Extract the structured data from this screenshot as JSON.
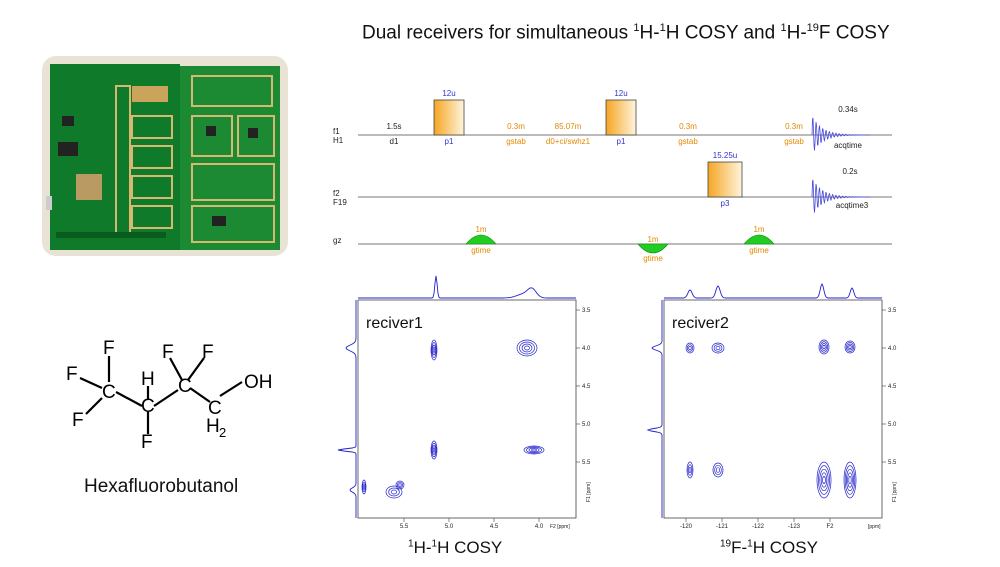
{
  "title": {
    "prefix": "Dual receivers for simultaneous ",
    "s1": "1",
    "m1": "H-",
    "s2": "1",
    "m2": "H COSY and ",
    "s3": "1",
    "m3": "H-",
    "s4": "19",
    "m4": "F COSY"
  },
  "molecule": {
    "name": "Hexafluorobutanol",
    "atoms": {
      "F": "F",
      "C": "C",
      "H": "H",
      "OH": "OH",
      "H2": "H",
      "sub2": "2"
    }
  },
  "pulse_sequence": {
    "channels": [
      {
        "name": "f1",
        "nucleus": "H1"
      },
      {
        "name": "f2",
        "nucleus": "F19"
      },
      {
        "name": "gz",
        "nucleus": ""
      }
    ],
    "f1_labels": {
      "d1_top": "1.5s",
      "d1": "d1",
      "p1a_top": "12u",
      "p1a": "p1",
      "gstab1_top": "0.3m",
      "gstab1": "gstab",
      "d0_top": "85.07m",
      "d0": "d0+ci/swhz1",
      "p1b_top": "12u",
      "p1b": "p1",
      "gstab2_top": "0.3m",
      "gstab2": "gstab",
      "gstab3_top": "0.3m",
      "gstab3": "gstab",
      "acq_top": "0.34s",
      "acq": "acqtime"
    },
    "f2_labels": {
      "p3_top": "15.25u",
      "p3": "p3",
      "acq_top": "0.2s",
      "acq": "acqtime3"
    },
    "gz_labels": {
      "g1_top": "1m",
      "g1": "gtime",
      "g2_top": "1m",
      "g2": "gtime",
      "g3_top": "1m",
      "g3": "gtime"
    },
    "colors": {
      "pulse": "#f5a623",
      "gradient": "#22cc22",
      "fid": "#4a4ad8",
      "label_orange": "#e08a00",
      "label_blue": "#3333cc"
    }
  },
  "spectra": [
    {
      "label": "reciver1",
      "caption": {
        "a": "1",
        "b": "H-",
        "c": "1",
        "d": "H COSY"
      },
      "x_ticks": [
        "5.5",
        "5.0",
        "4.5",
        "4.0"
      ],
      "x_axis_label": "F2 [ppm]",
      "y_ticks": [
        "3.5",
        "4.0",
        "4.5",
        "5.0",
        "5.5"
      ],
      "y_axis_label": "F1 [ppm]"
    },
    {
      "label": "reciver2",
      "caption": {
        "a": "19",
        "b": "F-",
        "c": "1",
        "d": "H COSY"
      },
      "x_ticks": [
        "-120",
        "-121",
        "-122",
        "-123",
        "F2"
      ],
      "x_axis_label": "[ppm]",
      "y_ticks": [
        "3.5",
        "4.0",
        "4.5",
        "5.0",
        "5.5"
      ],
      "y_axis_label": "F1 [ppm]"
    }
  ],
  "spectrum_color": "#2222cc"
}
